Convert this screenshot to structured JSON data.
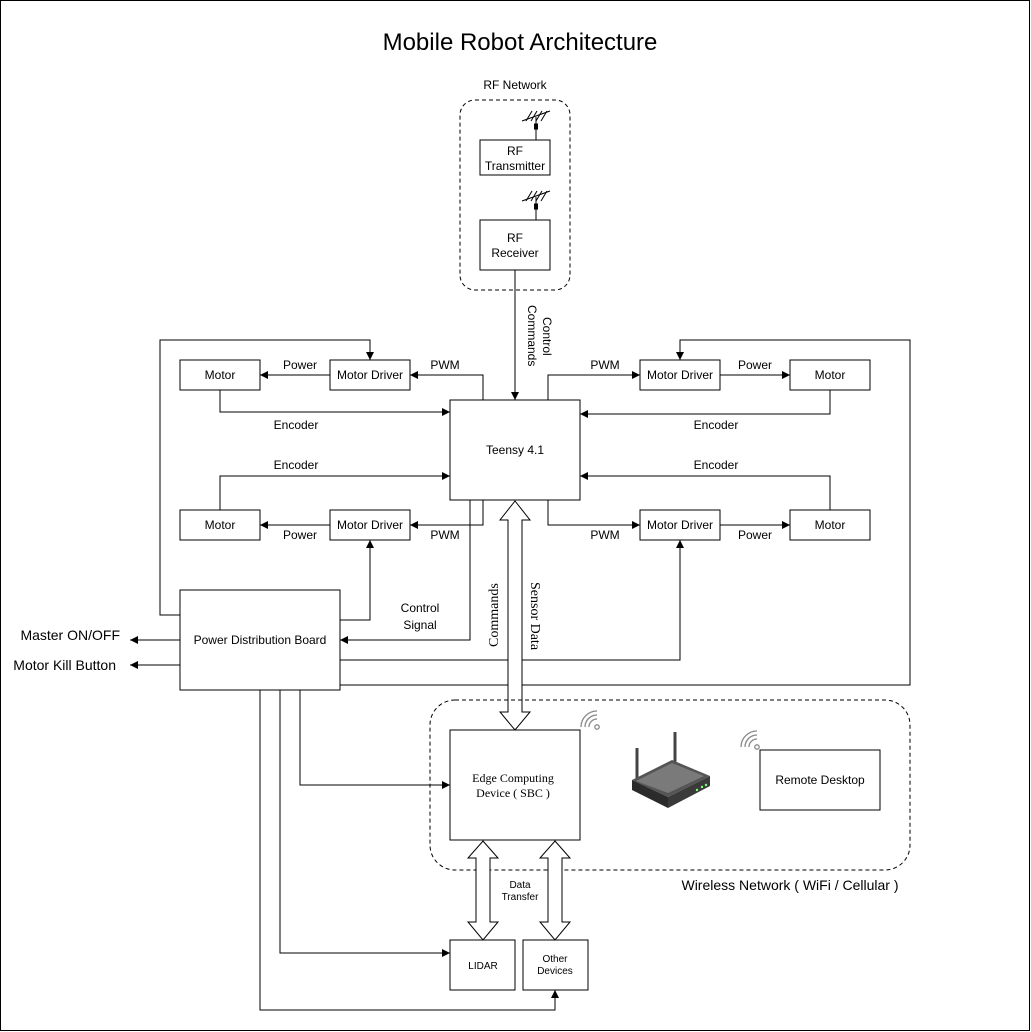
{
  "title": "Mobile Robot Architecture",
  "rf_network": {
    "label": "RF Network",
    "transmitter": [
      "RF",
      "Transmitter"
    ],
    "receiver": [
      "RF",
      "Receiver"
    ]
  },
  "control_commands": [
    "Control",
    "Commands"
  ],
  "teensy": "Teensy 4.1",
  "motors": {
    "motor": "Motor",
    "driver": "Motor Driver",
    "power": "Power",
    "pwm": "PWM",
    "encoder": "Encoder"
  },
  "power_board": "Power Distribution Board",
  "master_switch": "Master ON/OFF",
  "kill_button": "Motor Kill Button",
  "control_signal": [
    "Control",
    "Signal"
  ],
  "commands": "Commands",
  "sensor_data": "Sensor Data",
  "edge_device": [
    "Edge Computing",
    "Device ( SBC )"
  ],
  "remote_desktop": "Remote Desktop",
  "wireless_network": "Wireless Network ( WiFi / Cellular )",
  "data_transfer": [
    "Data",
    "Transfer"
  ],
  "lidar": "LIDAR",
  "other_devices": [
    "Other",
    "Devices"
  ],
  "colors": {
    "line": "#000000",
    "background": "#ffffff",
    "router": "#3a3a3a"
  },
  "icons": [
    "antenna-icon",
    "wifi-icon",
    "router-icon"
  ]
}
